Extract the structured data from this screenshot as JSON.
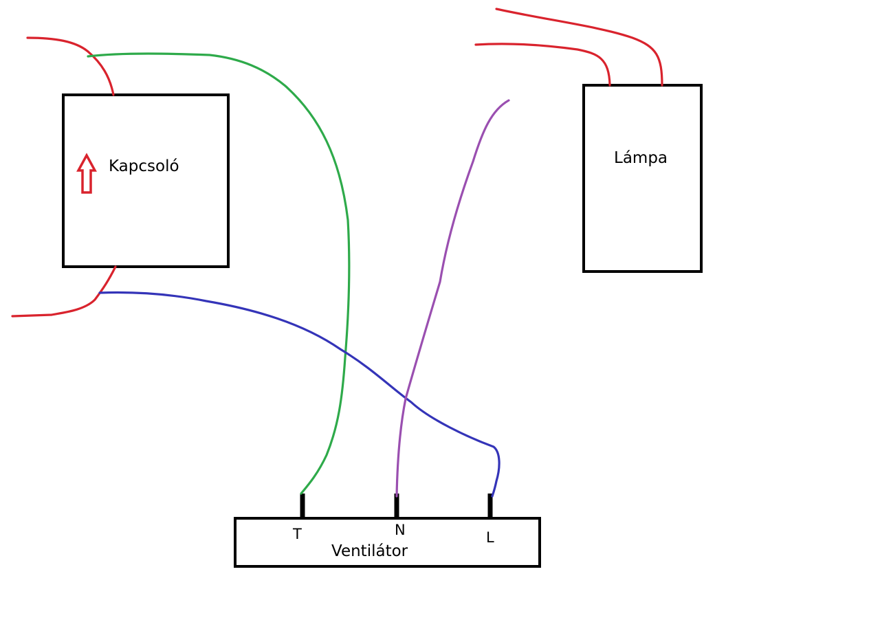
{
  "colors": {
    "background": "#ffffff",
    "outline": "#000000",
    "phase_wire": "#d9232d",
    "earth_wire": "#2eaa4a",
    "neutral_wire": "#9a4fb0",
    "switched_wire": "#3434b8",
    "switch_arrow": "#d9232d"
  },
  "components": {
    "switch": {
      "label": "Kapcsoló",
      "icon": "up-arrow-icon"
    },
    "lamp": {
      "label": "Lámpa"
    },
    "fan": {
      "label": "Ventilátor",
      "terminals": [
        "T",
        "N",
        "L"
      ]
    }
  }
}
